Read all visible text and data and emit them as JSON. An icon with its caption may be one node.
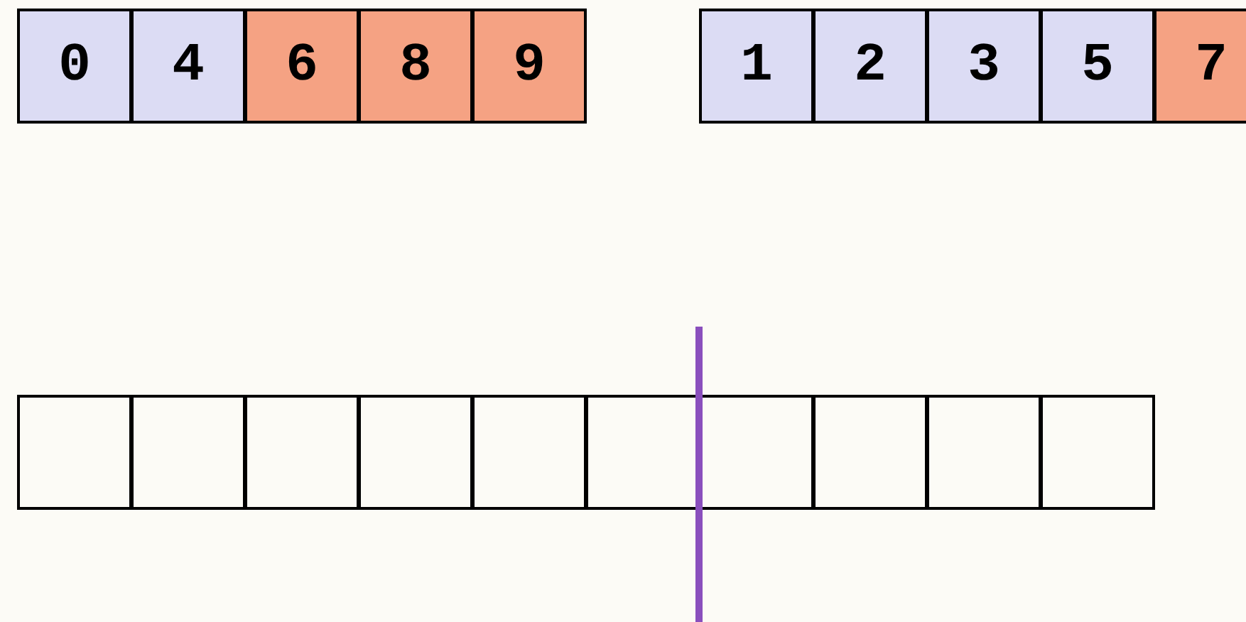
{
  "diagram": {
    "nodes": [
      {
        "text": [
          "0"
        ]
      },
      {
        "text": [
          "4"
        ]
      },
      {
        "text": [
          "6"
        ]
      },
      {
        "text": [
          "8"
        ]
      },
      {
        "text": [
          "9"
        ]
      },
      {
        "text": [
          "1"
        ]
      },
      {
        "text": [
          "2"
        ]
      },
      {
        "text": [
          "3"
        ]
      },
      {
        "text": [
          "5"
        ]
      },
      {
        "text": [
          "7"
        ]
      },
      {
        "text": [],
        "shape": "box"
      },
      {
        "text": [],
        "shape": "box"
      },
      {
        "text": [],
        "shape": "box"
      },
      {
        "text": [],
        "shape": "box"
      },
      {
        "text": [],
        "shape": "box"
      },
      {
        "text": [],
        "shape": "box"
      },
      {
        "text": [],
        "shape": "box"
      },
      {
        "text": [],
        "shape": "box"
      },
      {
        "text": [],
        "shape": "box"
      },
      {
        "text": [],
        "shape": "box"
      }
    ]
  }
}
